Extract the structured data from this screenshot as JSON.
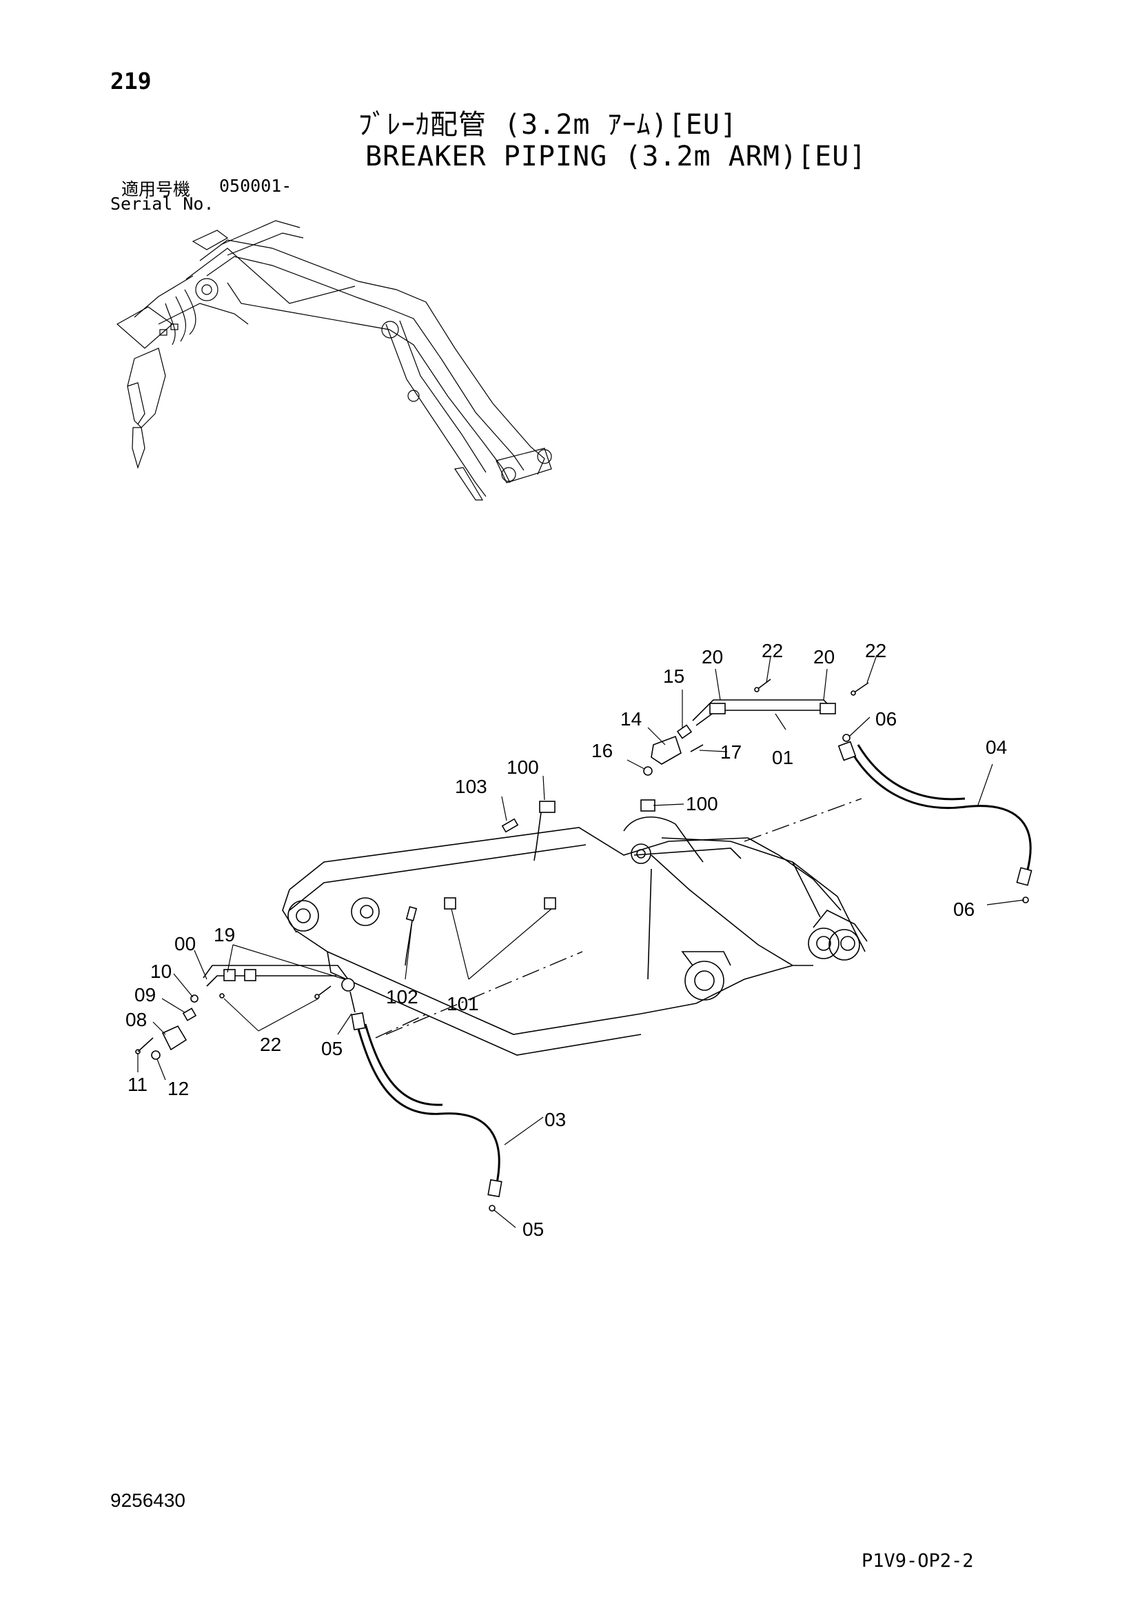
{
  "header": {
    "page_number": "219",
    "title_jp": "ﾌﾞﾚｰｶ配管 (3.2m ｱｰﾑ)[EU]",
    "title_en": "BREAKER PIPING (3.2m ARM)[EU]",
    "serial_label_jp": "適用号機",
    "serial_value": "050001-",
    "serial_label_en": "Serial No."
  },
  "callouts": [
    "20",
    "22",
    "20",
    "22",
    "15",
    "14",
    "06",
    "16",
    "17",
    "01",
    "04",
    "100",
    "103",
    "100",
    "19",
    "00",
    "10",
    "09",
    "08",
    "11",
    "12",
    "22",
    "05",
    "102",
    "101",
    "06",
    "03",
    "05"
  ],
  "footer": {
    "drawing_number": "9256430",
    "page_code": "P1V9-OP2-2"
  }
}
